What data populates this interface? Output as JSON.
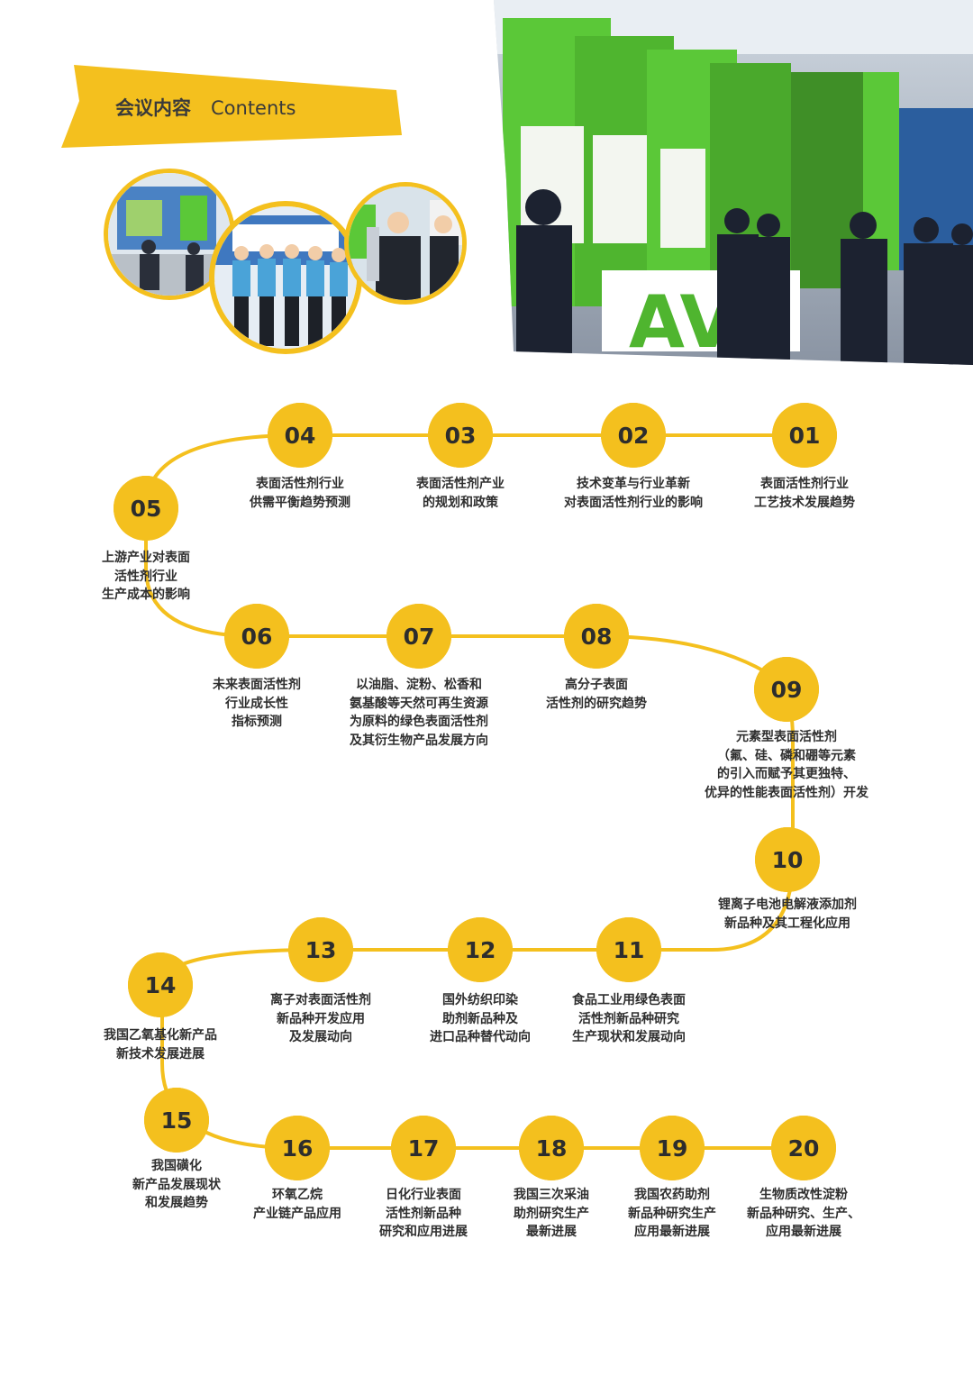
{
  "header": {
    "title_cn": "会议内容",
    "title_en": "Contents"
  },
  "colors": {
    "accent": "#f4c01e",
    "booth_green": "#5bc838",
    "text": "#2e2e2e"
  },
  "photos": [
    {
      "name": "photo-booth-large",
      "icon": "exhibition-booth-photo"
    },
    {
      "name": "photo-circle-left",
      "icon": "exhibition-hall-photo"
    },
    {
      "name": "photo-circle-center",
      "icon": "team-group-photo"
    },
    {
      "name": "photo-circle-right",
      "icon": "visitors-photo"
    }
  ],
  "topics": [
    {
      "num": "01",
      "text": "表面活性剂行业\n工艺技术发展趋势"
    },
    {
      "num": "02",
      "text": "技术变革与行业革新\n对表面活性剂行业的影响"
    },
    {
      "num": "03",
      "text": "表面活性剂产业\n的规划和政策"
    },
    {
      "num": "04",
      "text": "表面活性剂行业\n供需平衡趋势预测"
    },
    {
      "num": "05",
      "text": "上游产业对表面\n活性剂行业\n生产成本的影响"
    },
    {
      "num": "06",
      "text": "未来表面活性剂\n行业成长性\n指标预测"
    },
    {
      "num": "07",
      "text": "以油脂、淀粉、松香和\n氨基酸等天然可再生资源\n为原料的绿色表面活性剂\n及其衍生物产品发展方向"
    },
    {
      "num": "08",
      "text": "高分子表面\n活性剂的研究趋势"
    },
    {
      "num": "09",
      "text": "元素型表面活性剂\n（氟、硅、磷和硼等元素\n的引入而赋予其更独特、\n优异的性能表面活性剂）开发"
    },
    {
      "num": "10",
      "text": "锂离子电池电解液添加剂\n新品种及其工程化应用"
    },
    {
      "num": "11",
      "text": "食品工业用绿色表面\n活性剂新品种研究\n生产现状和发展动向"
    },
    {
      "num": "12",
      "text": "国外纺织印染\n助剂新品种及\n进口品种替代动向"
    },
    {
      "num": "13",
      "text": "离子对表面活性剂\n新品种开发应用\n及发展动向"
    },
    {
      "num": "14",
      "text": "我国乙氧基化新产品\n新技术发展进展"
    },
    {
      "num": "15",
      "text": "我国磺化\n新产品发展现状\n和发展趋势"
    },
    {
      "num": "16",
      "text": "环氧乙烷\n产业链产品应用"
    },
    {
      "num": "17",
      "text": "日化行业表面\n活性剂新品种\n研究和应用进展"
    },
    {
      "num": "18",
      "text": "我国三次采油\n助剂研究生产\n最新进展"
    },
    {
      "num": "19",
      "text": "我国农药助剂\n新品种研究生产\n应用最新进展"
    },
    {
      "num": "20",
      "text": "生物质改性淀粉\n新品种研究、生产、\n应用最新进展"
    }
  ]
}
